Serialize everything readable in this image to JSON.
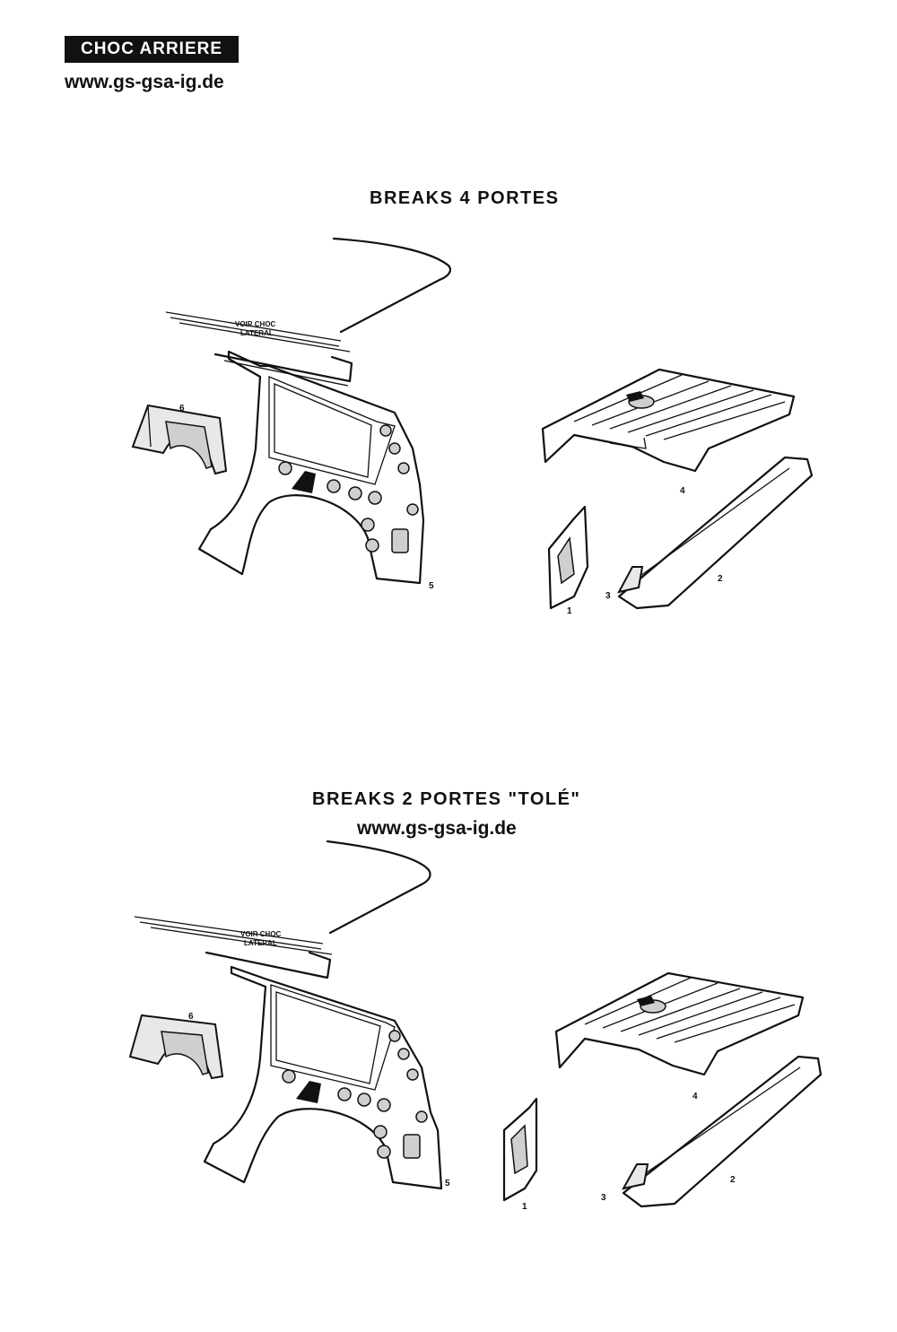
{
  "header": {
    "badge": "CHOC ARRIERE",
    "url_top": "www.gs-gsa-ig.de"
  },
  "section1": {
    "title": "BREAKS 4 PORTES",
    "note_line1": "VOIR CHOC",
    "note_line2": "LATERAL",
    "labels": {
      "p1": "1",
      "p2": "2",
      "p3": "3",
      "p4": "4",
      "p5": "5",
      "p6": "6"
    }
  },
  "section2": {
    "title": "BREAKS 2 PORTES \"TOLÉ\"",
    "url": "www.gs-gsa-ig.de",
    "note_line1": "VOIR CHOC",
    "note_line2": "LATERAL",
    "labels": {
      "p1": "1",
      "p2": "2",
      "p3": "3",
      "p4": "4",
      "p5": "5",
      "p6": "6"
    }
  }
}
